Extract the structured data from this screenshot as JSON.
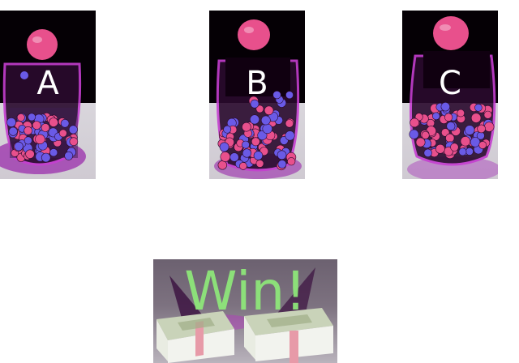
{
  "urns": [
    {
      "id": "a",
      "label": "A"
    },
    {
      "id": "b",
      "label": "B"
    },
    {
      "id": "c",
      "label": "C"
    }
  ],
  "win": {
    "label": "Win!"
  },
  "colors": {
    "pink_ball": "#e8508c",
    "blue_ball": "#6a5ae6",
    "glass_rim": "#c53fd0",
    "win_text": "#8ee67a"
  }
}
